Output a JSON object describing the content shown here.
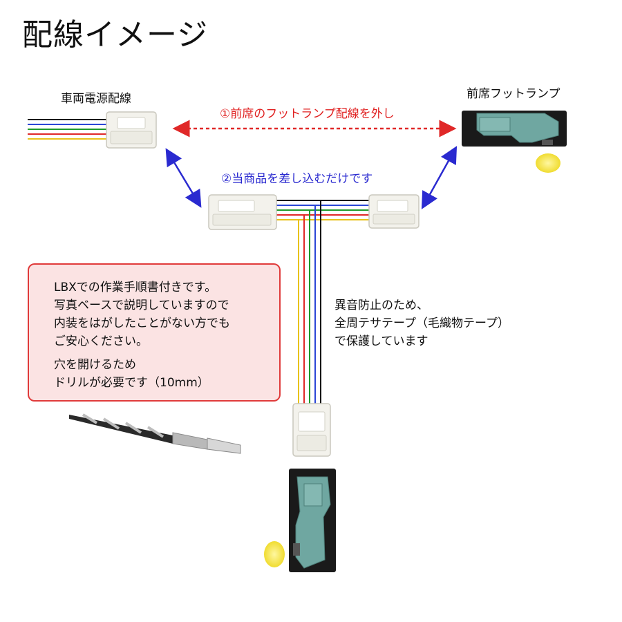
{
  "title": "配線イメージ",
  "labels": {
    "vehicle_power": "車両電源配線",
    "front_foot_lamp": "前席フットランプ"
  },
  "steps": {
    "step1": "①前席のフットランプ配線を外し",
    "step2": "②当商品を差し込むだけです"
  },
  "note_box": {
    "lines": [
      "LBXでの作業手順書付きです。",
      "写真ベースで説明していますので",
      "内装をはがしたことがない方でも",
      "ご安心ください。",
      "穴を開けるため",
      "ドリルが必要です（10mm）"
    ]
  },
  "side_note": {
    "lines": [
      "異音防止のため、",
      "全周テサテープ（毛織物テープ）",
      "で保護しています"
    ]
  },
  "colors": {
    "wire_black": "#111111",
    "wire_blue": "#2b47d6",
    "wire_green": "#1f9a2a",
    "wire_red": "#e02828",
    "wire_yellow": "#e8c21a",
    "connector_white": "#f3f2ec",
    "lamp_body": "#6fa7a1",
    "lamp_case": "#1a1a1a",
    "led_glow": "#f2e24a"
  }
}
